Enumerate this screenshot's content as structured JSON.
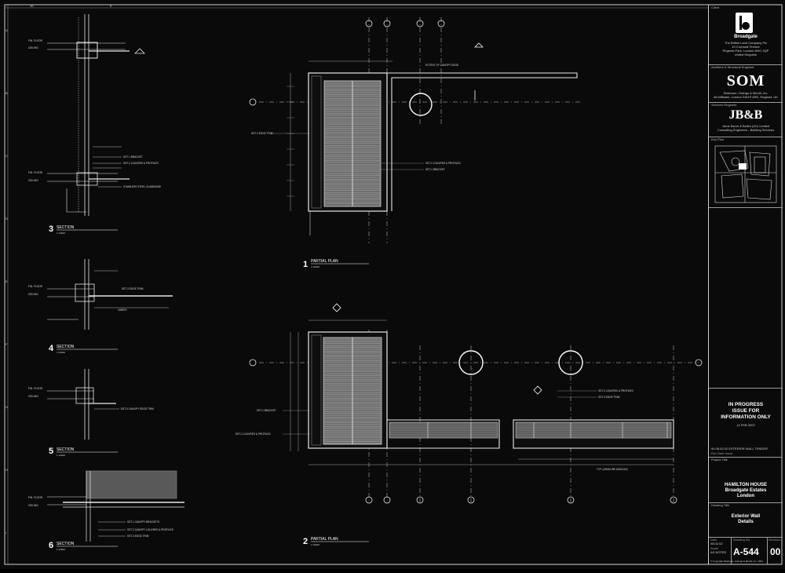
{
  "sheet": {
    "top_ruler_left": "10",
    "top_ruler_mid": "9",
    "grid_rows": [
      "A",
      "B",
      "C",
      "D",
      "E",
      "F",
      "G",
      "H",
      "I"
    ]
  },
  "sections": {
    "s3": {
      "num": "3",
      "title": "SECTION",
      "scale": "1:10MM"
    },
    "s4": {
      "num": "4",
      "title": "SECTION",
      "scale": "1:10MM"
    },
    "s5": {
      "num": "5",
      "title": "SECTION",
      "scale": "1:10MM"
    },
    "s6": {
      "num": "6",
      "title": "SECTION",
      "scale": "1:10MM"
    }
  },
  "plans": {
    "p1": {
      "num": "1",
      "title": "PARTIAL PLAN",
      "scale": "1:20MM"
    },
    "p2": {
      "num": "2",
      "title": "PARTIAL PLAN",
      "scale": "1:20MM"
    }
  },
  "notes": {
    "ffl_floor": "FIN. FLOOR",
    "ceiling": "CEILING",
    "bracket": "SST-1 BRACKET",
    "louvres": "SST-2 LOUVRES & PROFILES",
    "edge_trim": "SST-3 EDGE TRIM",
    "canopy_edge_trim": "SST-3 CANOPY EDGE TRIM",
    "stainless_guide": "STAINLESS STEEL GUIDEANGE",
    "varies": "VARIES",
    "canopy_extent": "EXTENT OF CANOPY EDGE",
    "canopy_brackets": "SST-1 CANOPY BRACKETS",
    "canopy_louvres": "SST-2 CANOPY LOUVRES & PROFILES",
    "typ_dim": "TYP. (GRAVURE MODULE)"
  },
  "title_block": {
    "client_label": "Client",
    "client_name": "Broadgate",
    "client_address": "The British Land Company Plc\n10 Cornwall Terrace\nRegents Park, London NW1 4QP\nUnited Kingdom",
    "architect_label": "Architect & Structural Engineer",
    "architect_name": "SOM",
    "architect_address": "Skidmore, Owings & Merrill, Inc.\n46 Millbank, London SW1P 4RD, England, UK",
    "services_label": "Services Engineer",
    "services_name": "JB&B",
    "services_address": "Jaros Baum & Bolles (UK) Limited\nConsulting Engineers - Building Services",
    "keyplan_label": "Key Plan",
    "status_lines": [
      "IN PROGRESS",
      "ISSUE FOR",
      "INFORMATION ONLY"
    ],
    "status_date": "14 FEB 2002",
    "revision_row": "00  08.02.02  EXTERIOR WALL TENDER",
    "rev_headers": "Rev  Date  Issue",
    "project_label": "Project Title",
    "project_lines": [
      "HAMILTON HOUSE",
      "Broadgate Estates",
      "London"
    ],
    "drawing_label": "Drawing Title",
    "drawing_lines": [
      "Exterior Wall",
      "Details"
    ],
    "drawing_no_label": "Drawing No.",
    "drawing_no": "A-544",
    "revision_label": "Revision",
    "revision": "00",
    "date_label": "Date",
    "date": "08.02.02",
    "scale_label": "Scale",
    "scale": "AS NOTED",
    "copyright": "© Copyright Skidmore, Owings & Merrill, Inc. 2001"
  }
}
